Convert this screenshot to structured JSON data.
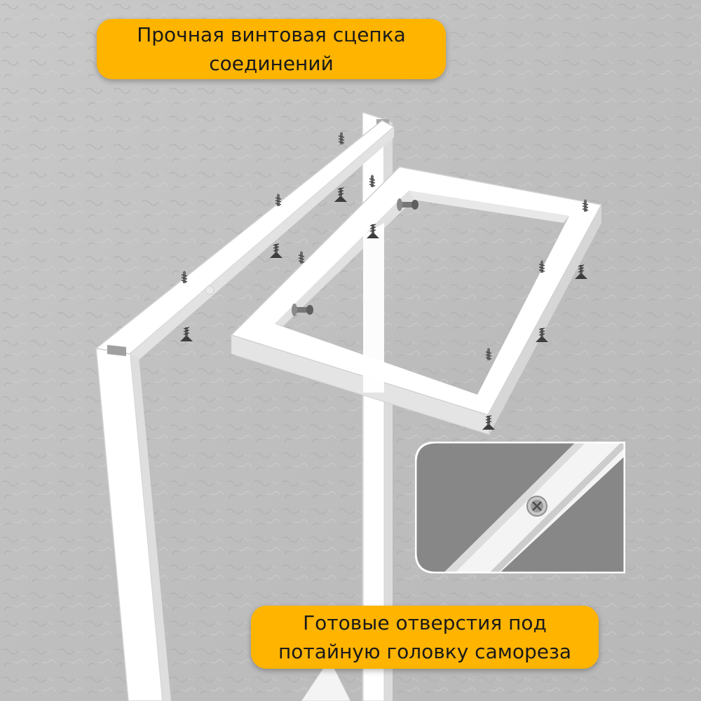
{
  "banners": {
    "top_line1": "Прочная винтовая сцепка",
    "top_line2": "соединений",
    "bottom_line1": "Готовые отверстия под",
    "bottom_line2": "потайную головку самореза"
  },
  "colors": {
    "banner": "#ffb400",
    "wall": "#c2c2c2",
    "frame": "#ffffff",
    "frame_shade": "#d9d9d9",
    "screw": "#5a5a5a",
    "inset_bg": "#878787"
  },
  "illustration": {
    "main": "white-metal-table-frame",
    "fasteners": "countersunk-screws",
    "inset": "countersunk-screw-closeup"
  }
}
